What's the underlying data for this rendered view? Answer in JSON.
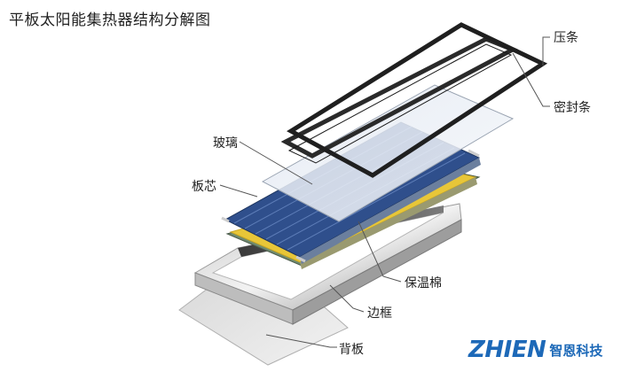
{
  "title": "平板太阳能集热器结构分解图",
  "labels": {
    "pressing_strip": "压条",
    "seal_strip": "密封条",
    "glass": "玻璃",
    "absorber": "板芯",
    "insulation": "保温棉",
    "frame": "边框",
    "back_plate": "背板"
  },
  "logo": {
    "word": "ZHIEN",
    "chinese": "智恩科技"
  },
  "colors": {
    "absorber_blue": "#2f4f8c",
    "insulation_yellow": "#e8c638",
    "logo_blue": "#1d69b8"
  }
}
